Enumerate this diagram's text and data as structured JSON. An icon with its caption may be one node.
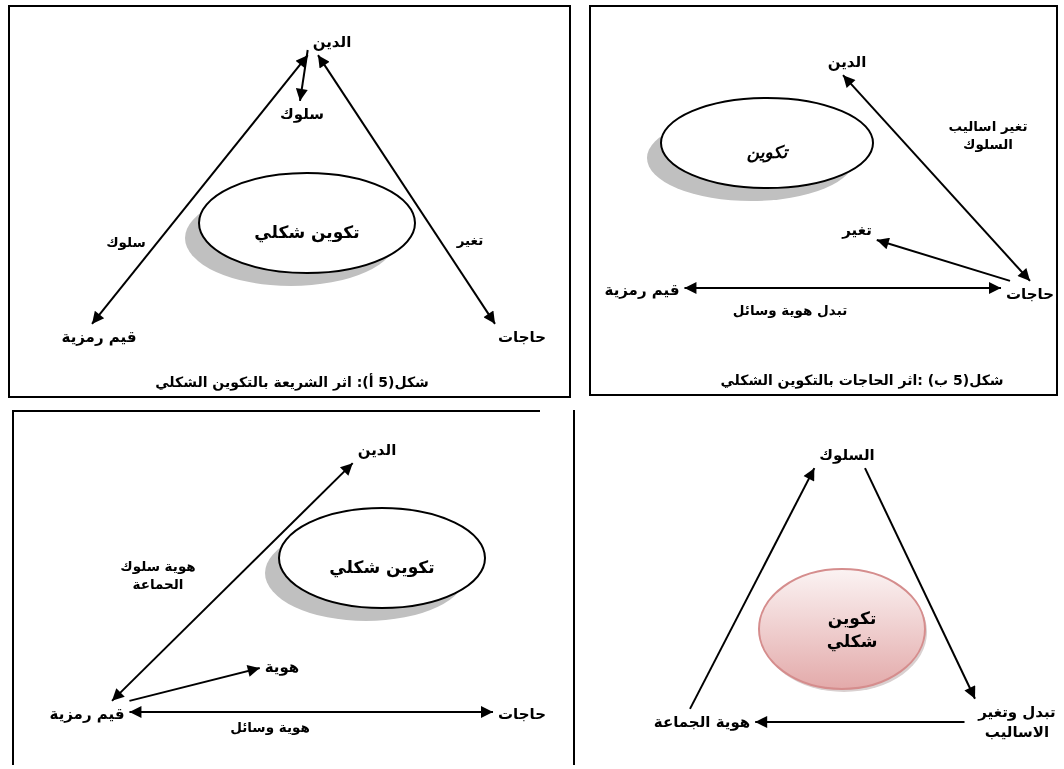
{
  "diagram": {
    "nodes": [
      {
        "text": [
          "شكل(5 أ): اثر الشريعة بالتكوين الشكلي"
        ]
      },
      {
        "text": [
          "الدين"
        ],
        "in": 0
      },
      {
        "text": [
          "سلوك"
        ],
        "in": 0
      },
      {
        "text": [
          "تكوين شكلي"
        ],
        "in": 0
      },
      {
        "text": [
          "قيم رمزية"
        ],
        "in": 0
      },
      {
        "text": [
          "حاجات"
        ],
        "in": 0
      },
      {
        "text": [
          "شكل(5 ب) :اثر الحاجات بالتكوين الشكلي"
        ]
      },
      {
        "text": [
          "الدين"
        ],
        "in": 6
      },
      {
        "text": [
          "تكوين"
        ],
        "in": 6
      },
      {
        "text": [
          "تغير"
        ],
        "in": 6
      },
      {
        "text": [
          "حاجات"
        ],
        "in": 6
      },
      {
        "text": [
          "قيم رمزية"
        ],
        "in": 6
      },
      {
        "text": [],
        "shape": "box"
      },
      {
        "text": [
          "الدين"
        ],
        "in": 12
      },
      {
        "text": [
          "تكوين شكلي"
        ],
        "in": 12
      },
      {
        "text": [
          "هوية"
        ],
        "in": 12
      },
      {
        "text": [
          "قيم رمزية"
        ],
        "in": 12
      },
      {
        "text": [
          "حاجات"
        ],
        "in": 12
      },
      {
        "text": [],
        "shape": "box"
      },
      {
        "text": [
          "السلوك"
        ],
        "in": 18
      },
      {
        "text": [
          "تكوين شكلي"
        ],
        "in": 18
      },
      {
        "text": [
          "هوية الجماعة"
        ],
        "in": 18
      },
      {
        "text": [
          "تبدل وتغير الاساليب"
        ],
        "in": 18
      }
    ],
    "edges": [
      {
        "from": 4,
        "to": 1,
        "arrow": "both",
        "label": "سلوك"
      },
      {
        "from": 1,
        "to": 5,
        "arrow": "both",
        "label": "تغير"
      },
      {
        "from": 1,
        "to": 2,
        "arrow": "to"
      },
      {
        "from": 7,
        "to": 10,
        "arrow": "both",
        "label": "تغير اساليب السلوك"
      },
      {
        "from": 10,
        "to": 9,
        "arrow": "to"
      },
      {
        "from": 11,
        "to": 10,
        "arrow": "both",
        "label": "تبدل هوية وسائل"
      },
      {
        "from": 16,
        "to": 13,
        "arrow": "both",
        "label": "هوية سلوك الحماعة"
      },
      {
        "from": 16,
        "to": 15,
        "arrow": "to"
      },
      {
        "from": 16,
        "to": 17,
        "arrow": "both",
        "label": "هوية وسائل"
      },
      {
        "from": 21,
        "to": 19,
        "arrow": "to"
      },
      {
        "from": 19,
        "to": 22,
        "arrow": "to"
      },
      {
        "from": 22,
        "to": 21,
        "arrow": "to"
      }
    ]
  }
}
